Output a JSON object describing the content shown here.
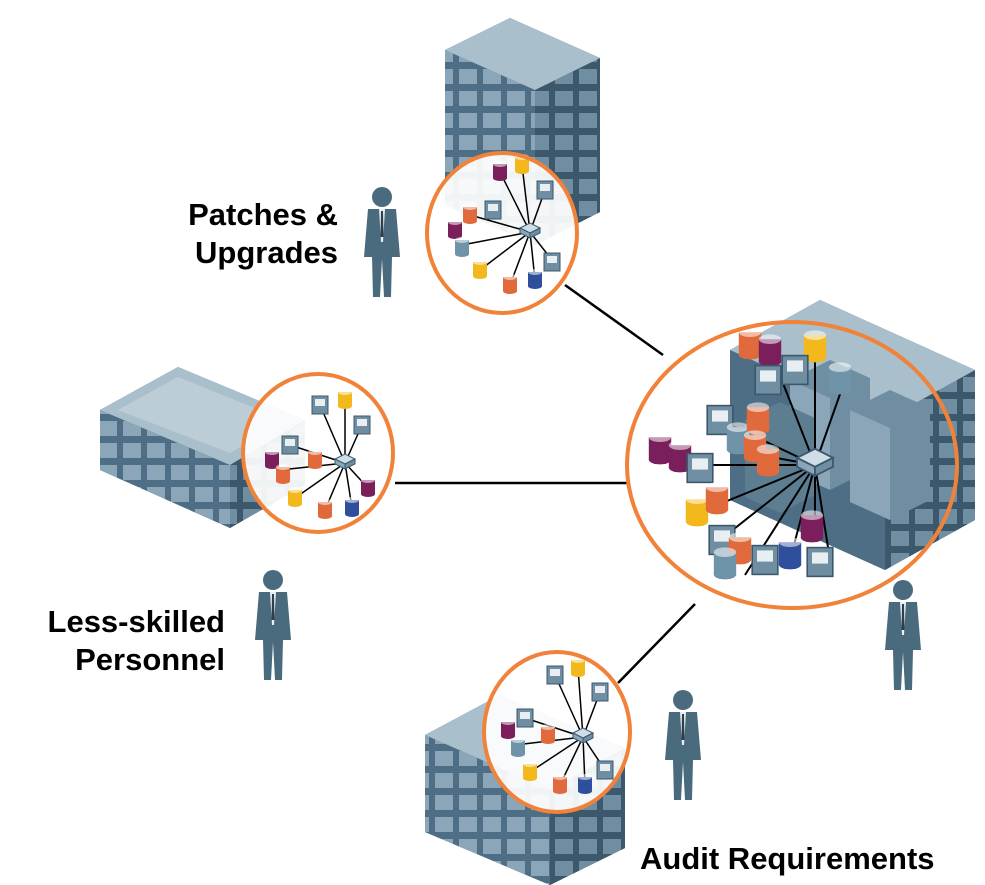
{
  "labels": {
    "patches_line1": "Patches &",
    "patches_line2": "Upgrades",
    "less_line1": "Less-skilled",
    "less_line2": "Personnel",
    "audit": "Audit Requirements"
  },
  "colors": {
    "building_front": "#4d6e84",
    "building_side": "#3b586c",
    "building_top": "#a9bfcc",
    "window": "#8aa6b8",
    "person": "#4a6a7e",
    "ring": "#f0823a",
    "connector": "#000000",
    "db_red": "#e06a3c",
    "db_purple": "#7a1f5c",
    "db_gold": "#f2b81c",
    "db_blue": "#2f4f9c",
    "db_teal": "#6f93a8"
  },
  "icons": [
    "building-icon",
    "person-icon",
    "network-cluster-icon",
    "database-icon",
    "server-icon",
    "network-switch-icon"
  ]
}
